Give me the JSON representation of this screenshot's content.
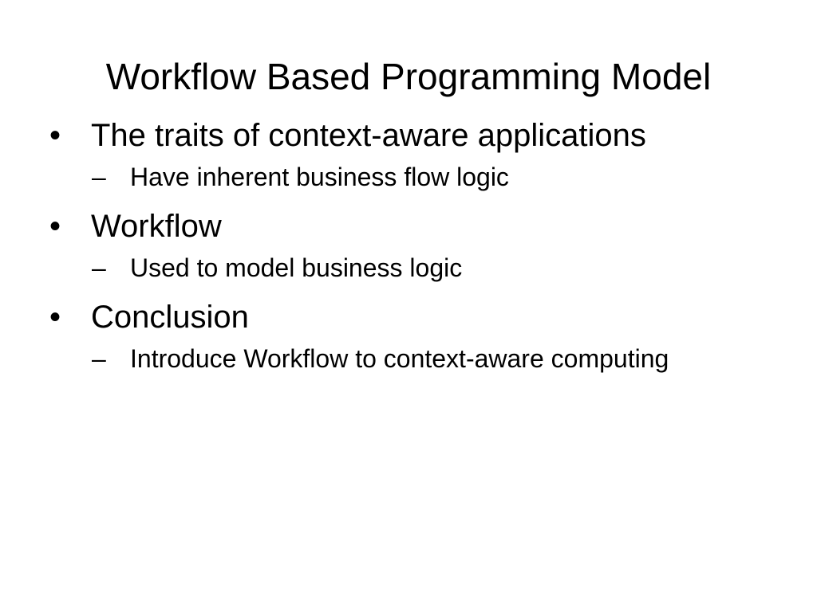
{
  "slide": {
    "title": "Workflow Based Programming Model",
    "bullets": [
      {
        "marker": "•",
        "text": "The traits of context-aware applications",
        "sub": [
          {
            "marker": "–",
            "text": "Have inherent business flow logic"
          }
        ]
      },
      {
        "marker": "•",
        "text": "Workflow",
        "sub": [
          {
            "marker": "–",
            "text": "Used to model business logic"
          }
        ]
      },
      {
        "marker": "•",
        "text": "Conclusion",
        "sub": [
          {
            "marker": "–",
            "text": "Introduce Workflow to context-aware computing"
          }
        ]
      }
    ]
  },
  "colors": {
    "background": "#ffffff",
    "text": "#000000"
  }
}
